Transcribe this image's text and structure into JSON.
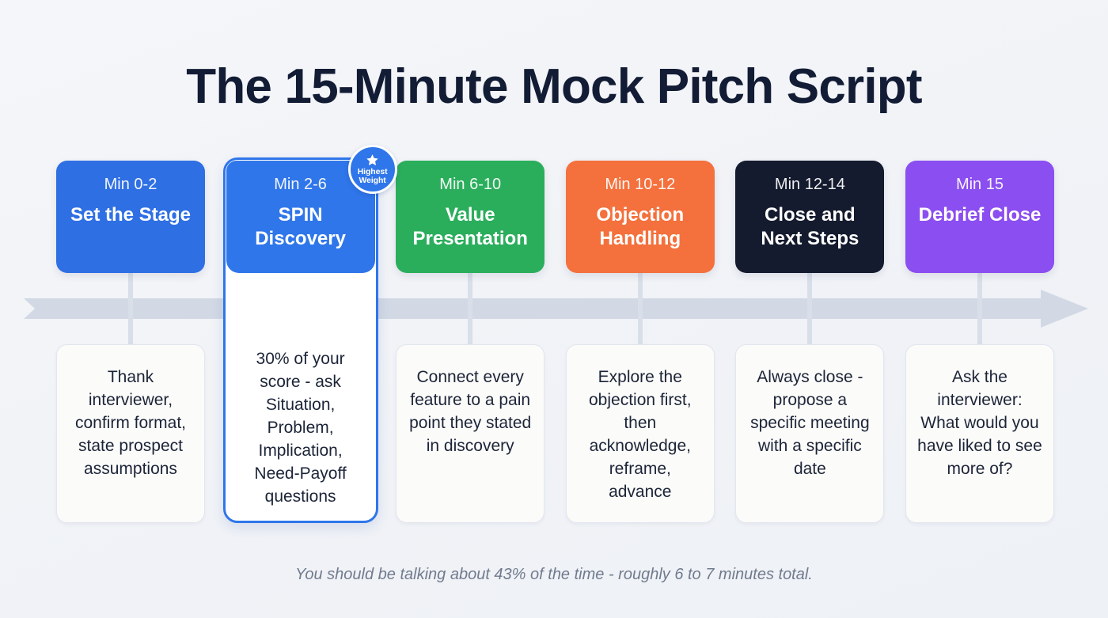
{
  "header": {
    "title": "The 15-Minute Mock Pitch Script"
  },
  "timeline": {
    "axis_name": "timeline-arrow",
    "axis_color": "#d2d9e5",
    "direction": "left-to-right"
  },
  "badge": {
    "icon": "star-icon",
    "line1": "Highest",
    "line2": "Weight",
    "color": "#2f76ea"
  },
  "phases": [
    {
      "time": "Min 0-2",
      "name": "Set the Stage",
      "detail": "Thank interviewer, confirm format, state prospect assumptions",
      "color": "#2f6fe4",
      "highlighted": false
    },
    {
      "time": "Min 2-6",
      "name": "SPIN Discovery",
      "detail": "30% of your score - ask Situation, Problem, Implication, Need-Payoff questions",
      "color": "#2f76ea",
      "highlighted": true
    },
    {
      "time": "Min 6-10",
      "name": "Value Presentation",
      "detail": "Connect every feature to a pain point they stated in discovery",
      "color": "#2bae5c",
      "highlighted": false
    },
    {
      "time": "Min 10-12",
      "name": "Objection Handling",
      "detail": "Explore the objection first, then acknowledge, reframe, advance",
      "color": "#f4703c",
      "highlighted": false
    },
    {
      "time": "Min 12-14",
      "name": "Close and Next Steps",
      "detail": "Always close - propose a specific meeting with a specific date",
      "color": "#151b2e",
      "highlighted": false
    },
    {
      "time": "Min 15",
      "name": "Debrief Close",
      "detail": "Ask the interviewer: What would you have liked to see more of?",
      "color": "#8b4ef0",
      "highlighted": false
    }
  ],
  "footer": {
    "note": "You should be talking about 43% of the time - roughly 6 to 7 minutes total."
  }
}
